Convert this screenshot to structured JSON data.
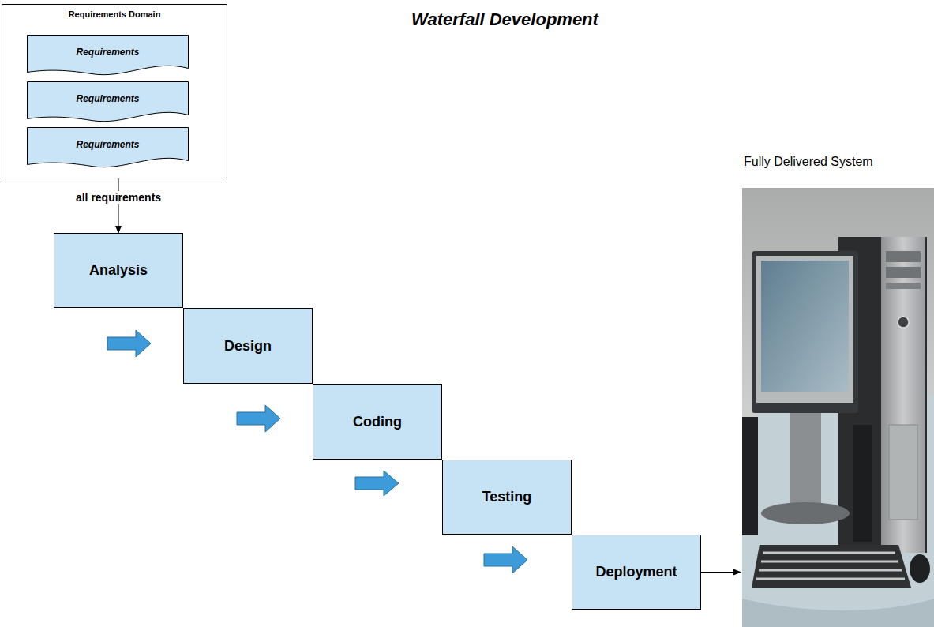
{
  "diagram": {
    "title": "Waterfall Development",
    "nodes": [
      {
        "text": [
          "Requirements Domain"
        ]
      },
      {
        "text": [
          "Requirements"
        ],
        "in": 0
      },
      {
        "text": [
          "Requirements"
        ],
        "in": 0
      },
      {
        "text": [
          "Requirements"
        ],
        "in": 0
      },
      {
        "text": [
          "Analysis"
        ]
      },
      {
        "text": [
          "Design"
        ]
      },
      {
        "text": [
          "Coding"
        ]
      },
      {
        "text": [
          "Testing"
        ]
      },
      {
        "text": [
          "Deployment"
        ]
      },
      {
        "text": [
          "Fully Delivered System"
        ]
      }
    ],
    "edges": [
      {
        "from": 0,
        "to": 4,
        "label": "all requirements",
        "arrow": "to"
      },
      {
        "from": 8,
        "to": 9,
        "arrow": "to"
      }
    ]
  }
}
